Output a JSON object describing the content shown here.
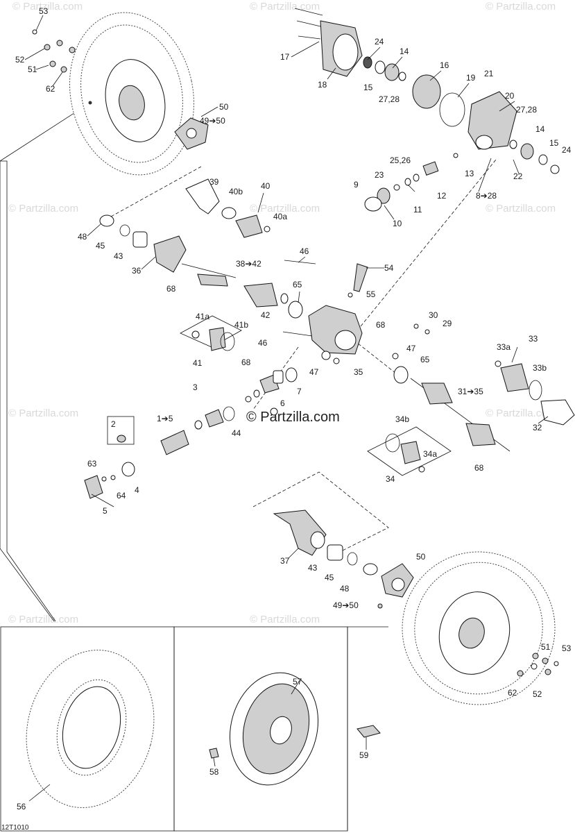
{
  "watermark": "© Partzilla.com",
  "diagram_code": "12T1010",
  "labels": [
    {
      "id": "53a",
      "text": "53"
    },
    {
      "id": "52a",
      "text": "52"
    },
    {
      "id": "51a",
      "text": "51"
    },
    {
      "id": "62a",
      "text": "62"
    },
    {
      "id": "50a",
      "text": "50"
    },
    {
      "id": "4950a",
      "text": "49➔50"
    },
    {
      "id": "17",
      "text": "17"
    },
    {
      "id": "18",
      "text": "18"
    },
    {
      "id": "24a",
      "text": "24"
    },
    {
      "id": "14a",
      "text": "14"
    },
    {
      "id": "15a",
      "text": "15"
    },
    {
      "id": "2728a",
      "text": "27,28"
    },
    {
      "id": "16",
      "text": "16"
    },
    {
      "id": "19",
      "text": "19"
    },
    {
      "id": "21",
      "text": "21"
    },
    {
      "id": "20",
      "text": "20"
    },
    {
      "id": "2728b",
      "text": "27,28"
    },
    {
      "id": "14b",
      "text": "14"
    },
    {
      "id": "15b",
      "text": "15"
    },
    {
      "id": "24b",
      "text": "24"
    },
    {
      "id": "22",
      "text": "22"
    },
    {
      "id": "13",
      "text": "13"
    },
    {
      "id": "2526",
      "text": "25,26"
    },
    {
      "id": "23",
      "text": "23"
    },
    {
      "id": "9",
      "text": "9"
    },
    {
      "id": "12",
      "text": "12"
    },
    {
      "id": "11",
      "text": "11"
    },
    {
      "id": "10",
      "text": "10"
    },
    {
      "id": "828",
      "text": "8➔28"
    },
    {
      "id": "39",
      "text": "39"
    },
    {
      "id": "40",
      "text": "40"
    },
    {
      "id": "40b",
      "text": "40b"
    },
    {
      "id": "40a",
      "text": "40a"
    },
    {
      "id": "48a",
      "text": "48"
    },
    {
      "id": "45a",
      "text": "45"
    },
    {
      "id": "43a",
      "text": "43"
    },
    {
      "id": "36",
      "text": "36"
    },
    {
      "id": "3842",
      "text": "38➔42"
    },
    {
      "id": "46a",
      "text": "46"
    },
    {
      "id": "54",
      "text": "54"
    },
    {
      "id": "68a",
      "text": "68"
    },
    {
      "id": "65a",
      "text": "65"
    },
    {
      "id": "55",
      "text": "55"
    },
    {
      "id": "42",
      "text": "42"
    },
    {
      "id": "68b",
      "text": "68"
    },
    {
      "id": "30",
      "text": "30"
    },
    {
      "id": "29",
      "text": "29"
    },
    {
      "id": "41a",
      "text": "41a"
    },
    {
      "id": "41b",
      "text": "41b"
    },
    {
      "id": "46b",
      "text": "46"
    },
    {
      "id": "47a",
      "text": "47"
    },
    {
      "id": "41",
      "text": "41"
    },
    {
      "id": "68c",
      "text": "68"
    },
    {
      "id": "47b",
      "text": "47"
    },
    {
      "id": "65b",
      "text": "65"
    },
    {
      "id": "35",
      "text": "35"
    },
    {
      "id": "33a",
      "text": "33a"
    },
    {
      "id": "33",
      "text": "33"
    },
    {
      "id": "33b",
      "text": "33b"
    },
    {
      "id": "3",
      "text": "3"
    },
    {
      "id": "6",
      "text": "6"
    },
    {
      "id": "7",
      "text": "7"
    },
    {
      "id": "3135",
      "text": "31➔35"
    },
    {
      "id": "32",
      "text": "32"
    },
    {
      "id": "2",
      "text": "2"
    },
    {
      "id": "15",
      "text": "1➔5"
    },
    {
      "id": "44",
      "text": "44"
    },
    {
      "id": "34b",
      "text": "34b"
    },
    {
      "id": "34a",
      "text": "34a"
    },
    {
      "id": "63",
      "text": "63"
    },
    {
      "id": "4",
      "text": "4"
    },
    {
      "id": "64",
      "text": "64"
    },
    {
      "id": "34",
      "text": "34"
    },
    {
      "id": "68d",
      "text": "68"
    },
    {
      "id": "5",
      "text": "5"
    },
    {
      "id": "37",
      "text": "37"
    },
    {
      "id": "43b",
      "text": "43"
    },
    {
      "id": "45b",
      "text": "45"
    },
    {
      "id": "48b",
      "text": "48"
    },
    {
      "id": "50b",
      "text": "50"
    },
    {
      "id": "4950b",
      "text": "49➔50"
    },
    {
      "id": "51b",
      "text": "51"
    },
    {
      "id": "53b",
      "text": "53"
    },
    {
      "id": "62b",
      "text": "62"
    },
    {
      "id": "52b",
      "text": "52"
    },
    {
      "id": "57",
      "text": "57"
    },
    {
      "id": "59",
      "text": "59"
    },
    {
      "id": "58",
      "text": "58"
    },
    {
      "id": "56",
      "text": "56"
    }
  ]
}
